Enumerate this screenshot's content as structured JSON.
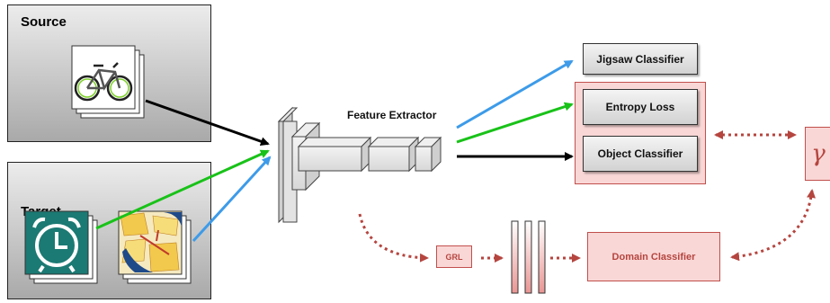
{
  "source": {
    "title": "Source"
  },
  "target": {
    "title": "Target"
  },
  "feature_extractor": {
    "label": "Feature Extractor"
  },
  "classifiers": {
    "jigsaw": "Jigsaw Classifier",
    "entropy": "Entropy Loss",
    "object": "Object Classifier"
  },
  "grl": {
    "label": "GRL"
  },
  "domain_classifier": {
    "label": "Domain Classifier"
  },
  "gamma": {
    "symbol": "γ"
  },
  "colors": {
    "black_arrow": "#000000",
    "green_arrow": "#19c219",
    "blue_arrow": "#3d9be9",
    "dotted_red": "#b5453f",
    "pink_fill": "#f9d7d6",
    "pink_border": "#c0504d",
    "teal_clock": "#1b7a73"
  }
}
